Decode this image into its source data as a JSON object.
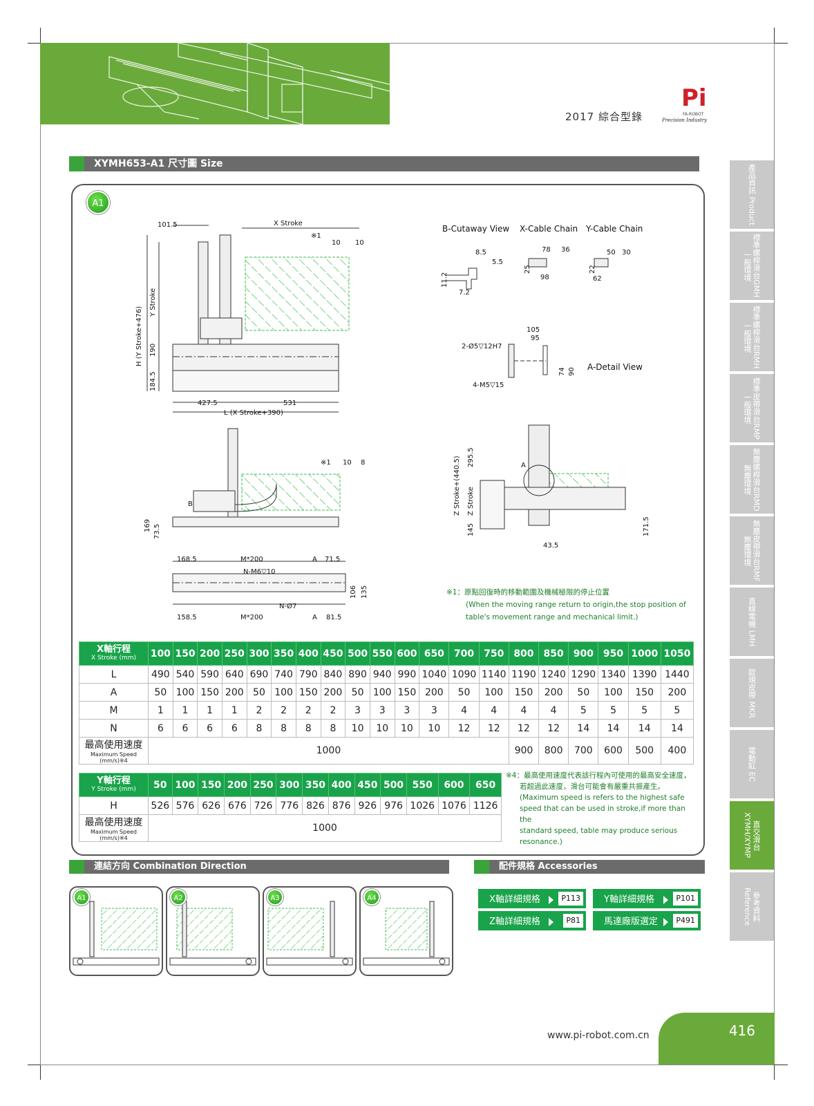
{
  "header": {
    "catalog_title": "2017 綜合型錄",
    "logo_text": "Pi",
    "logo_brand": "FA-ROBOT",
    "logo_tagline": "Precision Industry"
  },
  "side_tabs": [
    {
      "label": "產品資訊 Product"
    },
    {
      "label": "標準螺桿滑台GMH 一般環境"
    },
    {
      "label": "標準螺桿滑台RMH 一般環境"
    },
    {
      "label": "標準皮帶滑台RMP 一般環境"
    },
    {
      "label": "無塵螺桿滑台RMD 無塵環境"
    },
    {
      "label": "無塵皮帶滑台RMF 無塵環境"
    },
    {
      "label": "直線電機 LMH"
    },
    {
      "label": "歐規皮帶 MKR"
    },
    {
      "label": "電動缸 EC"
    },
    {
      "label": "直交滑台 XYMH/XYMP"
    },
    {
      "label": "參考資料 Reference"
    }
  ],
  "size_section": {
    "title": "XYMH653-A1 尺寸圖 Size"
  },
  "badge_main": "A1",
  "drawing_labels": {
    "d_101_5": "101.5",
    "x_stroke": "X Stroke",
    "mark1": "※1",
    "d_10": "10",
    "d_8": "8",
    "h_label": "H (Y Stroke+476)",
    "y_stroke": "Y Stroke",
    "d_190": "190",
    "d_184_5": "184.5",
    "d_427_5": "427.5",
    "d_531": "531",
    "l_label": "L (X Stroke+390)",
    "b_cutaway": "B-Cutaway View",
    "x_cable": "X-Cable Chain",
    "y_cable": "Y-Cable Chain",
    "d_8_5": "8.5",
    "d_5_5": "5.5",
    "d_11_2": "11.2",
    "d_7_2": "7.2",
    "d_78": "78",
    "d_36": "36",
    "d_25": "25",
    "d_98": "98",
    "d_50": "50",
    "d_30": "30",
    "d_22": "22",
    "d_62": "62",
    "d_105": "105",
    "d_95": "95",
    "hole_2": "2-Ø5▽12H7",
    "hole_4": "4-M5▽15",
    "d_74": "74",
    "d_90": "90",
    "a_detail": "A-Detail View",
    "b": "B",
    "d_169": "169",
    "d_73_5": "73.5",
    "d_295_5": "295.5",
    "z_stroke_total": "Z Stroke+(440.5)",
    "z_stroke": "Z Stroke",
    "d_145": "145",
    "a": "A",
    "d_43_5": "43.5",
    "d_171_5": "171.5",
    "d_168_5": "168.5",
    "m200": "M*200",
    "d_71_5": "71.5",
    "n_m6": "N-M6▽10",
    "d_106": "106",
    "d_135": "135",
    "n_o7": "N-Ø7",
    "d_158_5": "158.5",
    "d_81_5": "81.5"
  },
  "note1": {
    "zh": "※1：原點回復時的移動範圍及機械極限的停止位置",
    "en1": "(When the moving range return to origin,the stop position of",
    "en2": "table's movement range and mechanical limit.)"
  },
  "x_table": {
    "header_zh": "X軸行程",
    "header_en": "X Stroke (mm)",
    "strokes": [
      "100",
      "150",
      "200",
      "250",
      "300",
      "350",
      "400",
      "450",
      "500",
      "550",
      "600",
      "650",
      "700",
      "750",
      "800",
      "850",
      "900",
      "950",
      "1000",
      "1050"
    ],
    "rows": [
      {
        "label": "L",
        "values": [
          "490",
          "540",
          "590",
          "640",
          "690",
          "740",
          "790",
          "840",
          "890",
          "940",
          "990",
          "1040",
          "1090",
          "1140",
          "1190",
          "1240",
          "1290",
          "1340",
          "1390",
          "1440"
        ]
      },
      {
        "label": "A",
        "values": [
          "50",
          "100",
          "150",
          "200",
          "50",
          "100",
          "150",
          "200",
          "50",
          "100",
          "150",
          "200",
          "50",
          "100",
          "150",
          "200",
          "50",
          "100",
          "150",
          "200"
        ]
      },
      {
        "label": "M",
        "values": [
          "1",
          "1",
          "1",
          "1",
          "2",
          "2",
          "2",
          "2",
          "3",
          "3",
          "3",
          "3",
          "4",
          "4",
          "4",
          "4",
          "5",
          "5",
          "5",
          "5"
        ]
      },
      {
        "label": "N",
        "values": [
          "6",
          "6",
          "6",
          "6",
          "8",
          "8",
          "8",
          "8",
          "10",
          "10",
          "10",
          "10",
          "12",
          "12",
          "12",
          "12",
          "14",
          "14",
          "14",
          "14"
        ]
      }
    ],
    "speed_label_zh": "最高使用速度",
    "speed_label_en": "Maximum Speed (mm/s)※4",
    "speed_main": "1000",
    "speed_tail": [
      "900",
      "800",
      "700",
      "600",
      "500",
      "400"
    ]
  },
  "y_table": {
    "header_zh": "Y軸行程",
    "header_en": "Y Stroke (mm)",
    "strokes": [
      "50",
      "100",
      "150",
      "200",
      "250",
      "300",
      "350",
      "400",
      "450",
      "500",
      "550",
      "600",
      "650"
    ],
    "h_label": "H",
    "h_values": [
      "526",
      "576",
      "626",
      "676",
      "726",
      "776",
      "826",
      "876",
      "926",
      "976",
      "1026",
      "1076",
      "1126"
    ],
    "speed_label_zh": "最高使用速度",
    "speed_label_en": "Maximum Speed (mm/s)※4",
    "speed": "1000"
  },
  "note4": {
    "zh1": "※4：最高使用速度代表該行程內可使用的最高安全速度，",
    "zh2": "若超過此速度，滑台可能會有嚴重共振產生。",
    "en1": "(Maximum speed is refers to the highest safe",
    "en2": "speed that can be used in stroke,if more than the",
    "en3": "standard speed, table may produce serious",
    "en4": "resonance.)"
  },
  "combination": {
    "title": "連結方向 Combination Direction",
    "items": [
      "A1",
      "A2",
      "A3",
      "A4"
    ]
  },
  "accessories": {
    "title": "配件規格 Accessories",
    "buttons": [
      {
        "label": "X軸詳細規格",
        "page": "P113"
      },
      {
        "label": "Y軸詳細規格",
        "page": "P101"
      },
      {
        "label": "Z軸詳細規格",
        "page": "P81"
      },
      {
        "label": "馬達廠版選定",
        "page": "P491"
      }
    ]
  },
  "footer": {
    "url": "www.pi-robot.com.cn",
    "page_number": "416"
  },
  "colors": {
    "brand_green": "#6aaa3a",
    "table_green": "#19a34a",
    "title_bar_gray": "#6b6b6b",
    "logo_red": "#d0202a",
    "hatch_green": "#3fbf4f"
  }
}
